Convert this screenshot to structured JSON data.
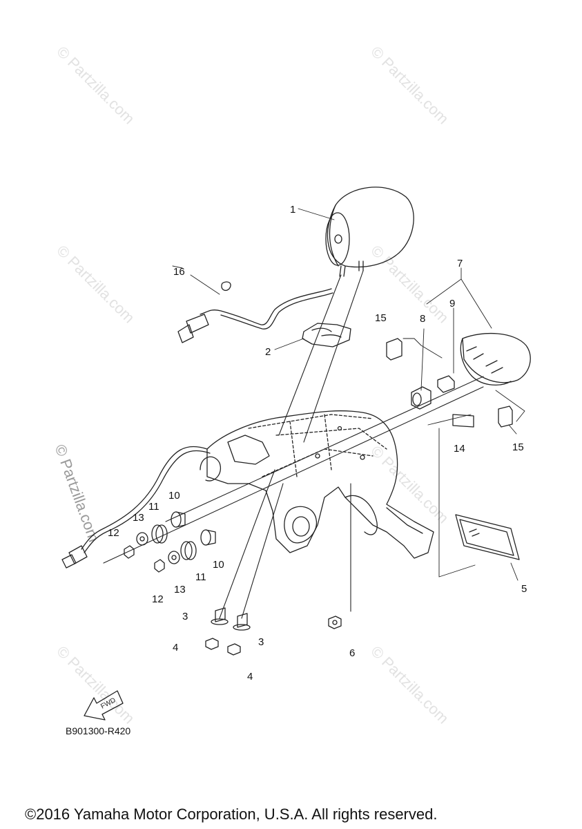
{
  "watermark": "© Partzilla.com",
  "callouts": {
    "c1": "1",
    "c2": "2",
    "c3a": "3",
    "c3b": "3",
    "c4a": "4",
    "c4b": "4",
    "c5": "5",
    "c6": "6",
    "c7": "7",
    "c8": "8",
    "c9": "9",
    "c10a": "10",
    "c10b": "10",
    "c11a": "11",
    "c11b": "11",
    "c12a": "12",
    "c12b": "12",
    "c13a": "13",
    "c13b": "13",
    "c14": "14",
    "c15a": "15",
    "c15b": "15",
    "c16": "16"
  },
  "fwd_label": "FWD",
  "part_code": "B901300-R420",
  "copyright": "©2016 Yamaha Motor Corporation, U.S.A. All rights reserved."
}
